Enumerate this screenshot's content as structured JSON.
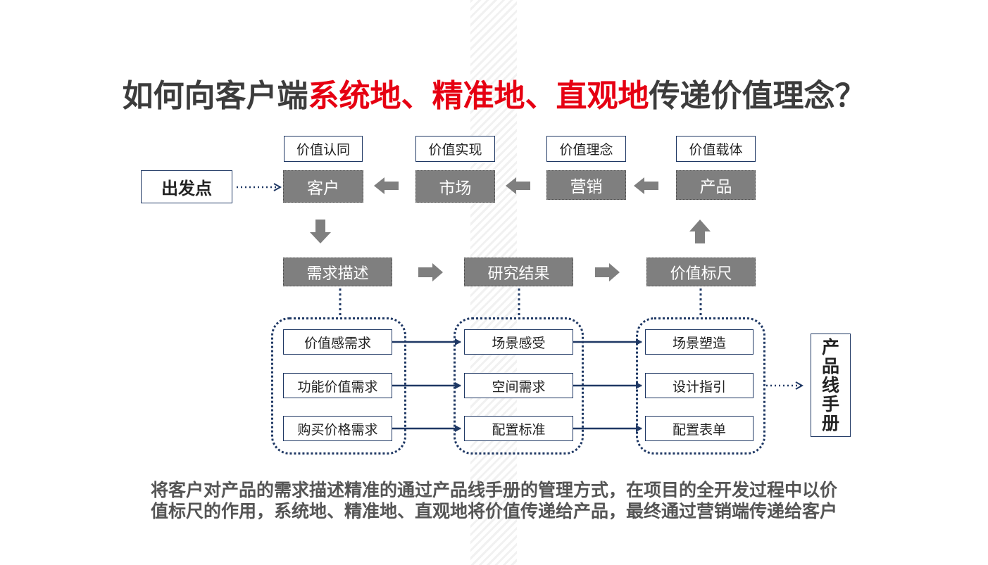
{
  "title": {
    "part1": "如何向客户端",
    "red1": "系统地",
    "sep1": "、",
    "red2": "精准地",
    "sep2": "、",
    "red3": "直观地",
    "part2": "传递价值理念？"
  },
  "start_label": "出发点",
  "top_labels": [
    "价值认同",
    "价值实现",
    "价值理念",
    "价值载体"
  ],
  "top_boxes": [
    "客户",
    "市场",
    "营销",
    "产品"
  ],
  "mid_boxes": [
    "需求描述",
    "研究结果",
    "价值标尺"
  ],
  "groups": [
    [
      "价值感需求",
      "功能价值需求",
      "购买价格需求"
    ],
    [
      "场景感受",
      "空间需求",
      "配置标准"
    ],
    [
      "场景塑造",
      "设计指引",
      "配置表单"
    ]
  ],
  "manual_chars": [
    "产",
    "品",
    "线",
    "手",
    "册"
  ],
  "description": [
    "将客户对产品的需求描述精准的通过产品线手册的管理方式，在项目的全开发过程中以价",
    "值标尺的作用，系统地、精准地、直观地将价值传递给产品，最终通过营销端传递给客户"
  ],
  "colors": {
    "title_red": "#e60012",
    "title_text": "#3c3c3c",
    "box_gray": "#7f7f7f",
    "navy": "#1f3864"
  }
}
